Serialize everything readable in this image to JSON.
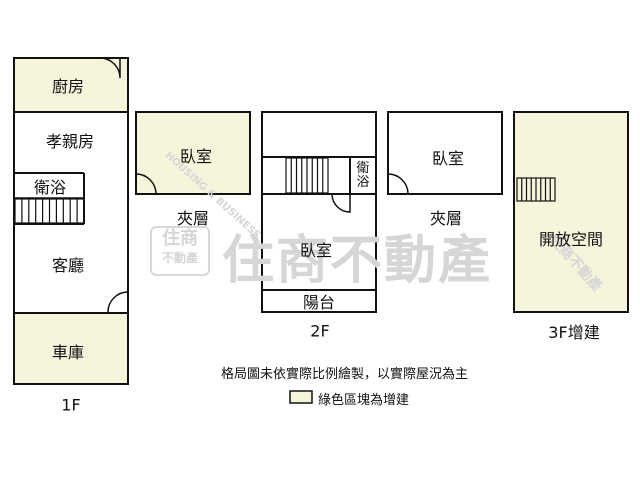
{
  "colors": {
    "addition_fill": "#f6f4da",
    "wall": "#111111",
    "watermark": "#d9d9d9"
  },
  "watermark": {
    "main_text": "住商不動產",
    "logo_top": "住商",
    "logo_bottom": "不動產",
    "arc_text": "HOUSING & BUSINESS",
    "corner_text": "住商不動產"
  },
  "floors": {
    "f1": {
      "caption": "1F",
      "rooms": {
        "kitchen": "廚房",
        "parents_room": "孝親房",
        "bathroom": "衛浴",
        "living_room": "客廳",
        "garage": "車庫"
      }
    },
    "mezz_left": {
      "caption": "夾層",
      "rooms": {
        "bedroom": "臥室"
      }
    },
    "f2": {
      "caption": "2F",
      "rooms": {
        "bathroom": "衛浴",
        "bedroom": "臥室",
        "balcony": "陽台"
      }
    },
    "mezz_right": {
      "caption": "夾層",
      "rooms": {
        "bedroom": "臥室"
      }
    },
    "f3": {
      "caption": "3F增建",
      "rooms": {
        "open_space": "開放空間"
      }
    }
  },
  "notes": {
    "disclaimer": "格局圖未依實際比例繪製，以實際屋況為主",
    "legend": "綠色區塊為增建"
  }
}
